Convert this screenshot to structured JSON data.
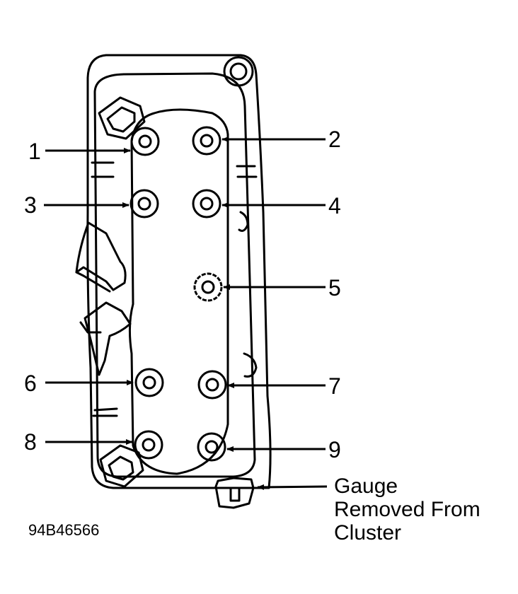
{
  "callouts": [
    {
      "id": "1",
      "label": "1"
    },
    {
      "id": "2",
      "label": "2"
    },
    {
      "id": "3",
      "label": "3"
    },
    {
      "id": "4",
      "label": "4"
    },
    {
      "id": "5",
      "label": "5"
    },
    {
      "id": "6",
      "label": "6"
    },
    {
      "id": "7",
      "label": "7"
    },
    {
      "id": "8",
      "label": "8"
    },
    {
      "id": "9",
      "label": "9"
    }
  ],
  "gauge_label": {
    "line1": "Gauge",
    "line2": "Removed From",
    "line3": "Cluster"
  },
  "figure_code": "94B46566"
}
